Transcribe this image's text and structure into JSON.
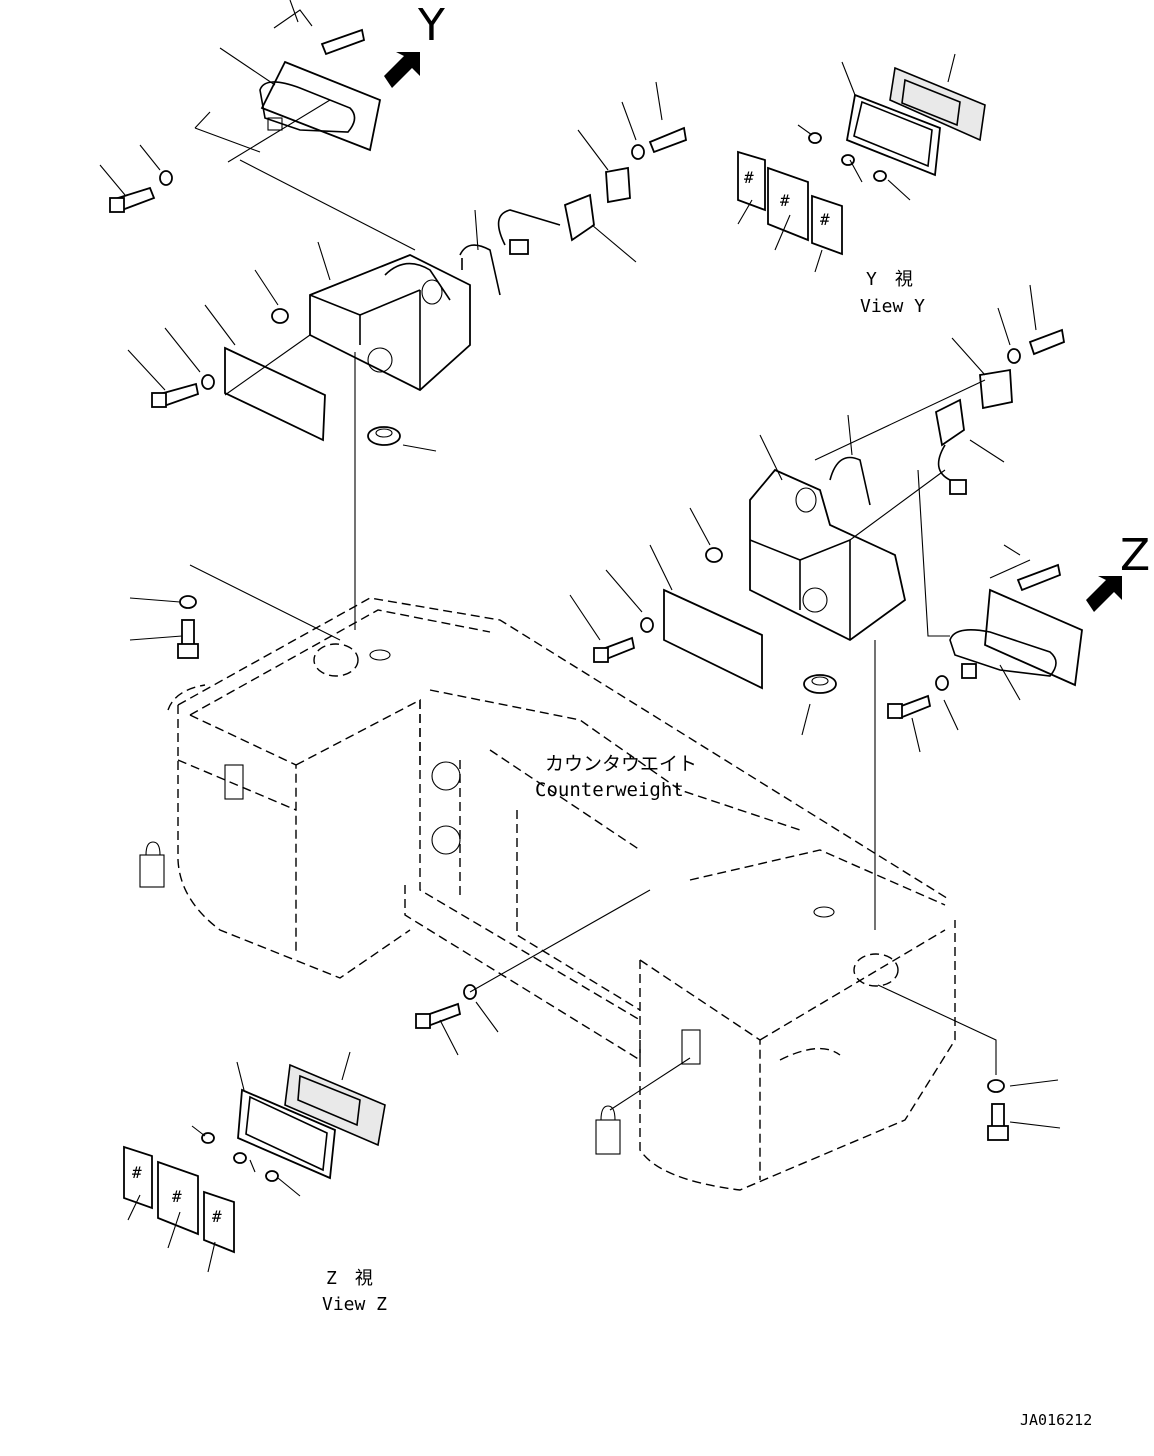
{
  "view_y": {
    "letter": "Y",
    "caption_ja": "Y　視",
    "caption_en": "View Y"
  },
  "view_z": {
    "letter": "Z",
    "caption_ja": "Z　視",
    "caption_en": "View Z"
  },
  "counterweight": {
    "label_ja": "カウンタウエイト",
    "label_en": "Counterweight"
  },
  "lens_mark": "#",
  "drawing_number": "JA016212"
}
